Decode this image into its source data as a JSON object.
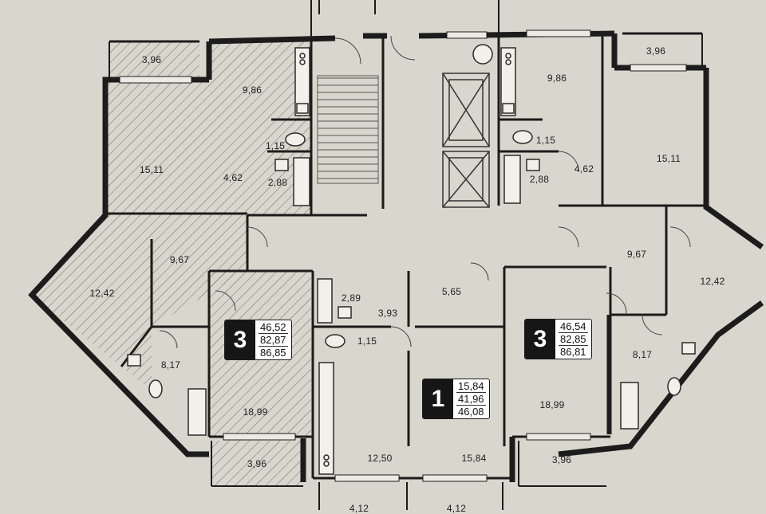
{
  "rooms": {
    "upper_left": {
      "balcony": "3,96",
      "kitchen": "9,86",
      "toilet": "1,15",
      "bath": "2,88",
      "hall": "4,62",
      "living": "15,11",
      "corridor": "9,67",
      "bedroom": "12,42",
      "bathroom": "8,17"
    },
    "upper_right": {
      "balcony": "3,96",
      "kitchen": "9,86",
      "toilet": "1,15",
      "bath": "2,88",
      "hall": "4,62",
      "living": "15,11",
      "corridor": "9,67",
      "bedroom": "12,42",
      "bathroom": "8,17"
    },
    "lower_left": {
      "living": "18,99",
      "balcony": "3,96"
    },
    "lower_center": {
      "bath": "2,89",
      "hall": "3,93",
      "corridor": "5,65",
      "toilet": "1,15",
      "kitchen": "12,50",
      "living": "15,84",
      "balcony_left": "4,12",
      "balcony_right": "4,12"
    },
    "lower_right": {
      "living": "18,99",
      "balcony": "3,96"
    }
  },
  "apartments": [
    {
      "rooms": "3",
      "values": [
        "46,52",
        "82,87",
        "86,85"
      ]
    },
    {
      "rooms": "1",
      "values": [
        "15,84",
        "41,96",
        "46,08"
      ]
    },
    {
      "rooms": "3",
      "values": [
        "46,54",
        "82,85",
        "86,81"
      ]
    }
  ],
  "colors": {
    "wall": "#1c1c1c",
    "paper": "#d9d6cd",
    "hatch": "#6d6a63",
    "fixture": "#2a2a2a"
  }
}
